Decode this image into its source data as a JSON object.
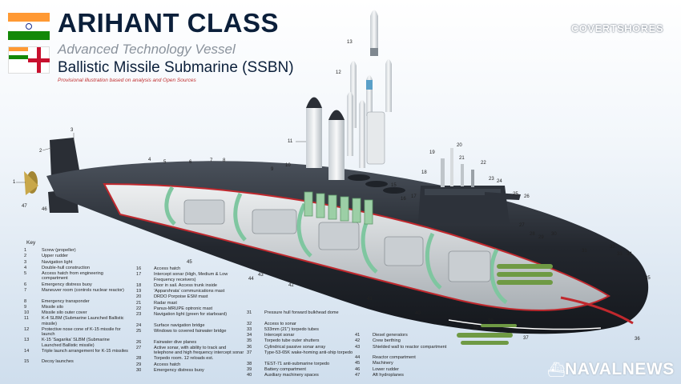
{
  "header": {
    "title": "ARIHANT CLASS",
    "subtitle": "Advanced Technology Vessel",
    "type_line": "Ballistic Missile Submarine (SSBN)",
    "note": "Provisional illustration based on analysis and Open Sources"
  },
  "branding": {
    "covertshores": "COVERTSHORES",
    "navalnews": "NAVALNEWS"
  },
  "colors": {
    "title": "#0b1f3a",
    "hull": "#2b3038",
    "interior": "#d9dcdf",
    "cutline": "#c0282d",
    "missile": "#e9ecee",
    "torpedo": "#6f9a44",
    "bulkhead": "#7fc6a0"
  },
  "key": {
    "title": "Key",
    "items": [
      {
        "n": "1",
        "label": "Screw (propeller)"
      },
      {
        "n": "2",
        "label": "Upper rudder"
      },
      {
        "n": "3",
        "label": "Navigation light"
      },
      {
        "n": "4",
        "label": "Double-hull construction"
      },
      {
        "n": "5",
        "label": "Access hatch from engineering compartment"
      },
      {
        "n": "6",
        "label": "Emergency distress buoy"
      },
      {
        "n": "7",
        "label": "Maneuver room (controls nuclear reactor)"
      },
      {
        "n": "8",
        "label": "Emergency transponder"
      },
      {
        "n": "9",
        "label": "Missile silo"
      },
      {
        "n": "10",
        "label": "Missile silo outer cover"
      },
      {
        "n": "11",
        "label": "K-4 SLBM (Submarine Launched Ballistic missile)"
      },
      {
        "n": "12",
        "label": "Protective nose cone of K-15 missile for launch"
      },
      {
        "n": "13",
        "label": "K-15 'Sagarika' SLBM (Submarine Launched Ballistic missile)"
      },
      {
        "n": "14",
        "label": "Triple launch arrangement for K-15 missiles"
      },
      {
        "n": "15",
        "label": "Decoy launches"
      },
      {
        "n": "16",
        "label": "Access hatch"
      },
      {
        "n": "17",
        "label": "Intercept sonar (High, Medium & Low Frequency receivers)"
      },
      {
        "n": "18",
        "label": "Door in sail. Access trunk inside"
      },
      {
        "n": "19",
        "label": "'Apparshrata' communications mast"
      },
      {
        "n": "20",
        "label": "DRDO Porpoise ESM mast"
      },
      {
        "n": "21",
        "label": "Radar mast"
      },
      {
        "n": "22",
        "label": "Panus-MRUPE optronic mast"
      },
      {
        "n": "23",
        "label": "Navigation light (green for starboard)"
      },
      {
        "n": "24",
        "label": "Surface navigation bridge"
      },
      {
        "n": "25",
        "label": "Windows to covered fairwater bridge"
      },
      {
        "n": "26",
        "label": "Fairwater dive planes"
      },
      {
        "n": "27",
        "label": "Active sonar, with ability to track and telephone and high frequency intercept sonar"
      },
      {
        "n": "28",
        "label": "Torpedo room. 12 reloads est."
      },
      {
        "n": "29",
        "label": "Access hatch"
      },
      {
        "n": "30",
        "label": "Emergency distress buoy"
      },
      {
        "n": "31",
        "label": "Pressure hull forward bulkhead dome"
      },
      {
        "n": "32",
        "label": "Access to sonar"
      },
      {
        "n": "33",
        "label": "533mm (21\") torpedo tubes"
      },
      {
        "n": "34",
        "label": "Intercept sonar"
      },
      {
        "n": "35",
        "label": "Torpedo tube outer shutters"
      },
      {
        "n": "36",
        "label": "Cylindrical passive sonar array"
      },
      {
        "n": "37",
        "label": "Type-53-65K wake-homing anti-ship torpedo"
      },
      {
        "n": "38",
        "label": "TEST-71 anti-submarine torpedo"
      },
      {
        "n": "39",
        "label": "Battery compartment"
      },
      {
        "n": "40",
        "label": "Auxiliary machinery spaces"
      },
      {
        "n": "41",
        "label": "Diesel generators"
      },
      {
        "n": "42",
        "label": "Crew berthing"
      },
      {
        "n": "43",
        "label": "Shielded wall to reactor compartment"
      },
      {
        "n": "44",
        "label": "Reactor compartment"
      },
      {
        "n": "45",
        "label": "Machinery"
      },
      {
        "n": "46",
        "label": "Lower rudder"
      },
      {
        "n": "47",
        "label": "Aft hydroplanes"
      }
    ]
  },
  "callouts": [
    "1",
    "2",
    "3",
    "4",
    "5",
    "6",
    "7",
    "8",
    "9",
    "10",
    "11",
    "12",
    "13",
    "14",
    "15",
    "16",
    "17",
    "18",
    "19",
    "20",
    "21",
    "22",
    "23",
    "24",
    "25",
    "26",
    "27",
    "28",
    "29",
    "30",
    "31",
    "32",
    "33",
    "34",
    "35",
    "36",
    "37",
    "38",
    "39",
    "40",
    "41",
    "42",
    "43",
    "44",
    "45",
    "46",
    "47"
  ]
}
